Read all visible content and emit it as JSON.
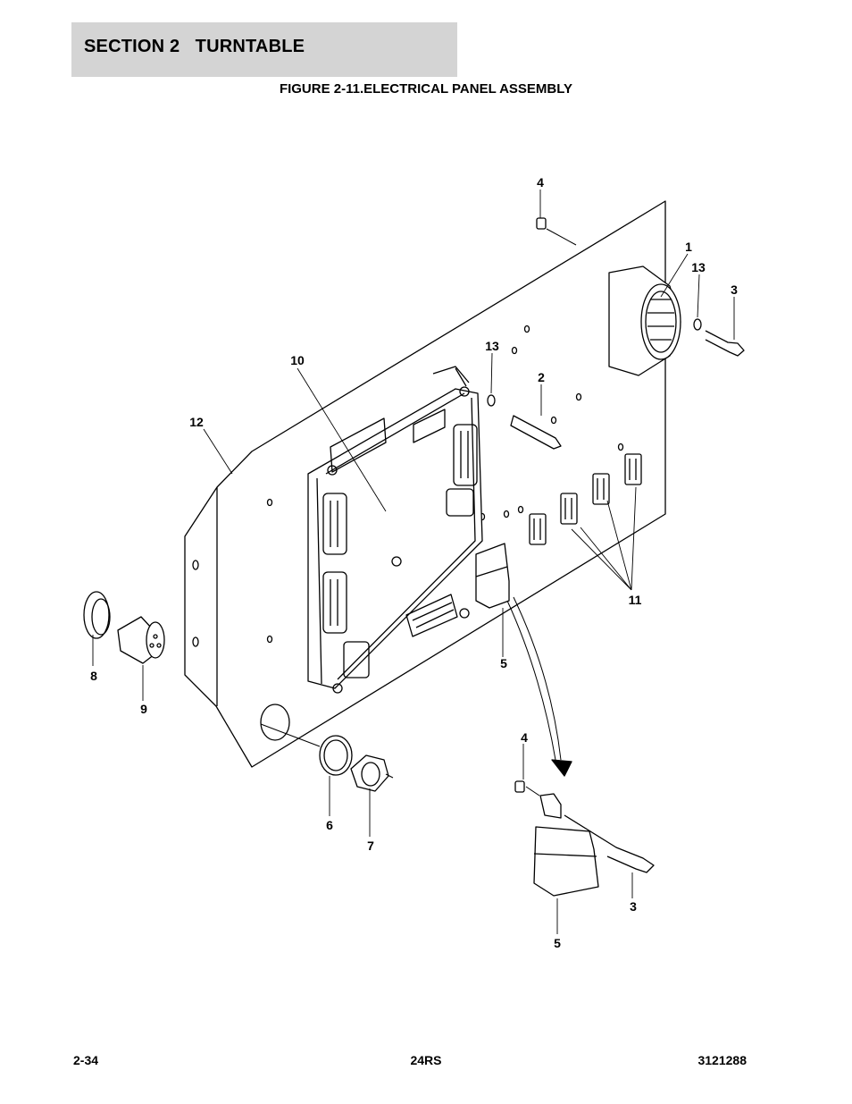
{
  "header": {
    "section_title": "SECTION 2   TURNTABLE"
  },
  "figure": {
    "title": "FIGURE 2-11.ELECTRICAL PANEL ASSEMBLY",
    "callouts": [
      "4",
      "1",
      "13",
      "3",
      "13",
      "2",
      "10",
      "12",
      "11",
      "5",
      "8",
      "9",
      "4",
      "6",
      "7",
      "3",
      "5"
    ]
  },
  "footer": {
    "page": "2-34",
    "model": "24RS",
    "doc_number": "3121288"
  }
}
